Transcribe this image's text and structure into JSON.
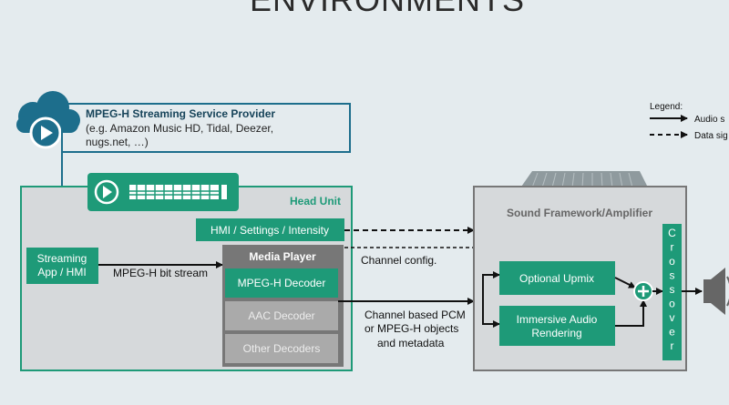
{
  "title": "ENVIRONMENTS",
  "provider": {
    "name": "MPEG-H Streaming Service Provider",
    "examples_line1": "(e.g. Amazon Music HD, Tidal, Deezer,",
    "examples_line2": "nugs.net, …)"
  },
  "legend": {
    "title": "Legend:",
    "solid_label": "Audio s",
    "dashed_label": "Data sig"
  },
  "head_unit": {
    "label": "Head Unit",
    "hmi_settings": "HMI / Settings / Intensity",
    "streaming_line1": "Streaming",
    "streaming_line2": "App / HMI",
    "bitstream_label": "MPEG-H bit stream",
    "media_player": {
      "title": "Media Player",
      "decoders": [
        "MPEG-H Decoder",
        "AAC Decoder",
        "Other Decoders"
      ]
    }
  },
  "channel_config": "Channel config.",
  "pcm_label": {
    "line1": "Channel based PCM",
    "line2": "or MPEG-H objects",
    "line3": "and metadata"
  },
  "sound_framework": {
    "label": "Sound Framework/Amplifier",
    "upmix": "Optional Upmix",
    "rendering_line1": "Immersive Audio",
    "rendering_line2": "Rendering",
    "crossover": "Crossover"
  },
  "colors": {
    "green": "#1e9a78",
    "dark_green": "#17795e",
    "blue": "#1d6e8c",
    "gray_box": "#aaaaaa",
    "gray_dark": "#777777"
  }
}
